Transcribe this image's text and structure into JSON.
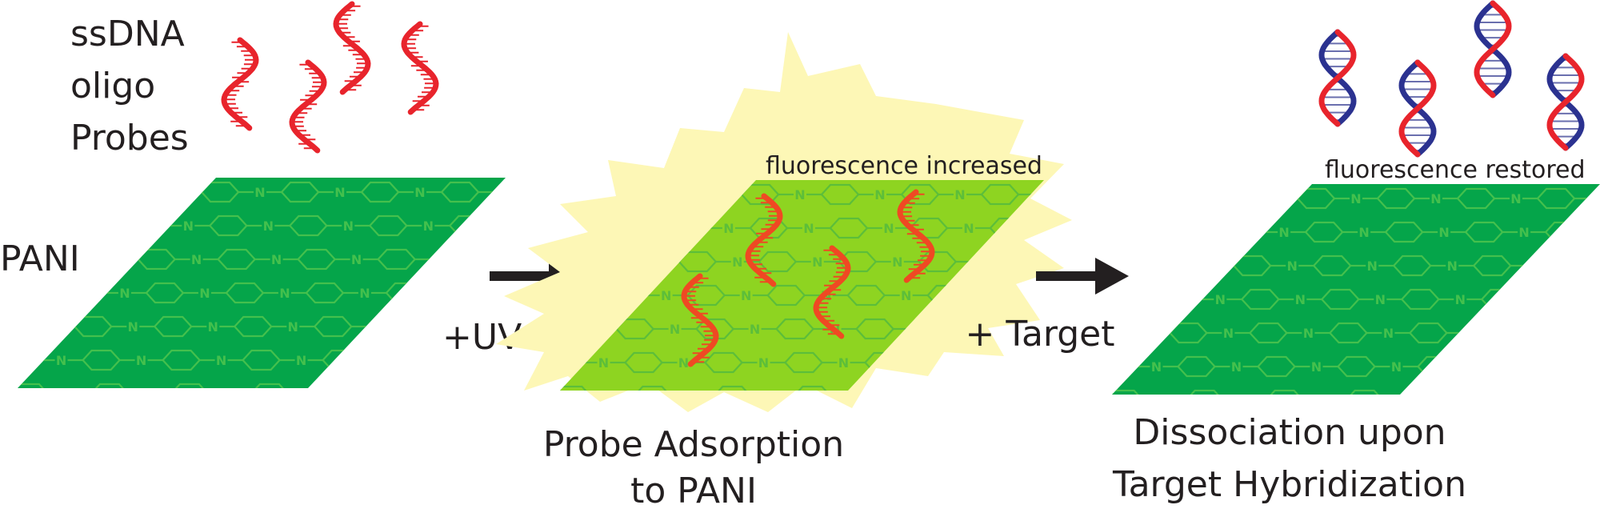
{
  "colors": {
    "sheet_dark": "#05a54a",
    "sheet_light": "#8ed421",
    "lattice_on_dark": "#44c04d",
    "lattice_on_light": "#5cbe3a",
    "glow": "#fdf7b6",
    "probe": "#e8242c",
    "probe_orange": "#ef4923",
    "target": "#2b3290",
    "arrow": "#231f20",
    "text": "#231f20"
  },
  "labels": {
    "probes": [
      "ssDNA",
      "oligo",
      "Probes"
    ],
    "pani": "PANI",
    "uv": "+UV",
    "target": "+ Target",
    "fluor_increased": "fluorescence increased",
    "fluor_restored": "fluorescence restored",
    "adsorption": [
      "Probe Adsorption",
      "to PANI"
    ],
    "dissociation": [
      "Dissociation upon",
      "Target Hybridization"
    ],
    "lattice_atom": "N"
  },
  "icons": [
    "ssdna-probe-icon",
    "dsdna-duplex-icon",
    "arrow-right-icon"
  ]
}
